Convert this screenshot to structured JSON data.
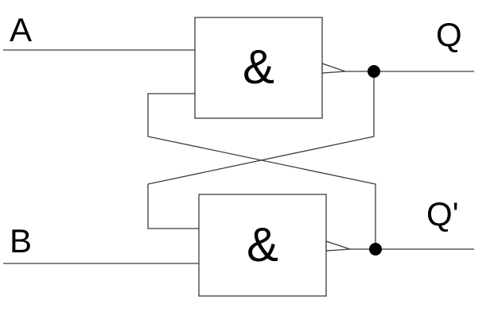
{
  "colors": {
    "background": "#ffffff",
    "line": "#3c3c3c",
    "text": "#000000",
    "dot": "#000000"
  },
  "labels": {
    "input_a": "A",
    "input_b": "B",
    "output_q": "Q",
    "output_q_bar": "Q'"
  },
  "gates": {
    "top_symbol": "&",
    "bottom_symbol": "&"
  }
}
